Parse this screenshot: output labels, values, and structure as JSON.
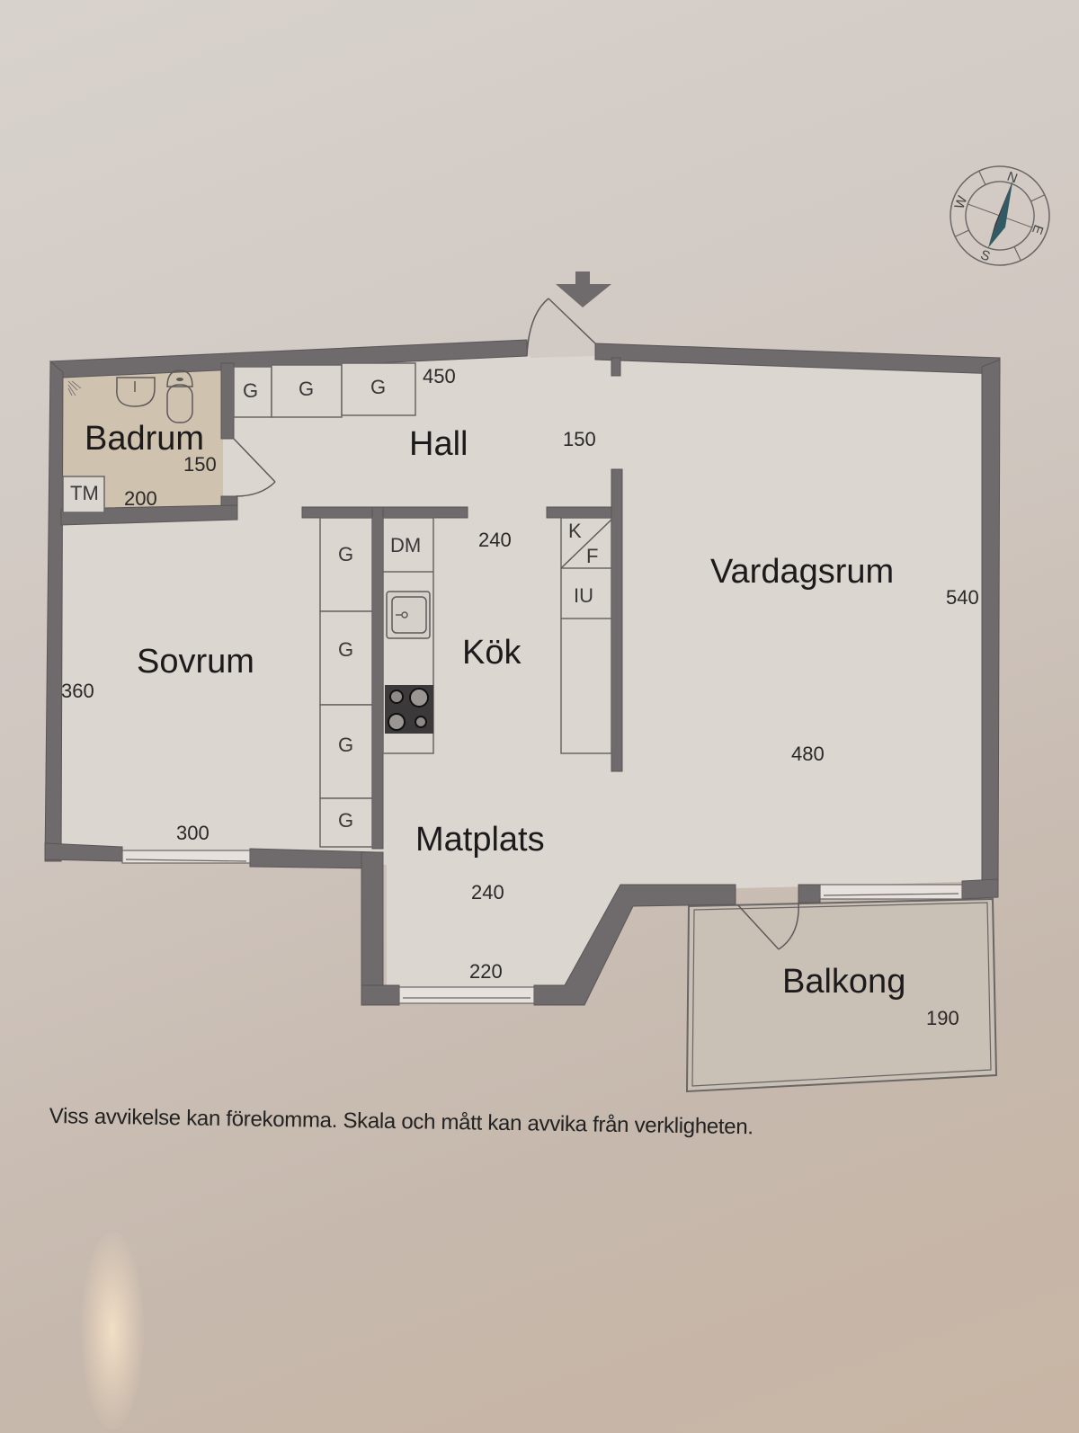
{
  "compass": {
    "north": "N",
    "east": "E",
    "south": "S",
    "west": "W",
    "needle_color": "#2f5a66"
  },
  "entrance_arrow": "entrance-arrow",
  "rooms": {
    "badrum": {
      "label": "Badrum",
      "dim_a": "150",
      "dim_b": "200",
      "fixture": "TM"
    },
    "hall": {
      "label": "Hall",
      "dim_a": "450",
      "dim_b": "150",
      "wardrobes": [
        "G",
        "G",
        "G"
      ]
    },
    "sovrum": {
      "label": "Sovrum",
      "dim_a": "360",
      "dim_b": "300",
      "wardrobes": [
        "G",
        "G",
        "G",
        "G"
      ]
    },
    "kok": {
      "label": "Kök",
      "dim": "240",
      "fixtures": {
        "dishwasher": "DM",
        "fridge_k": "K",
        "freezer_f": "F",
        "oven": "IU"
      }
    },
    "vardagsrum": {
      "label": "Vardagsrum",
      "dim_a": "540",
      "dim_b": "480"
    },
    "matplats": {
      "label": "Matplats",
      "dim_a": "240",
      "dim_b": "220"
    },
    "balkong": {
      "label": "Balkong",
      "dim": "190"
    }
  },
  "disclaimer": "Viss avvikelse kan förekomma. Skala och mått kan avvika från verkligheten.",
  "colors": {
    "wall": "#6f6a6c",
    "floor": "#dcd6d0",
    "wet_room": "#cfc3b0",
    "balcony": "#c9c0b6"
  }
}
